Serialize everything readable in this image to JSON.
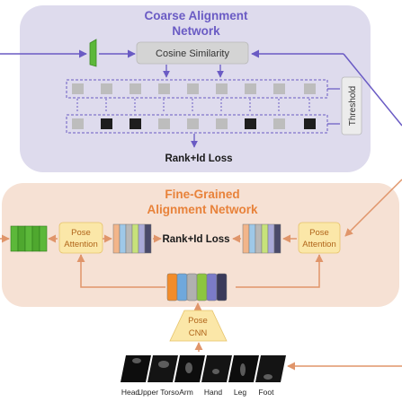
{
  "coarse": {
    "title_line1": "Coarse Alignment",
    "title_line2": "Network",
    "cosine_label": "Cosine  Similarity",
    "threshold_label": "Threshold",
    "loss_label": "Rank+Id Loss"
  },
  "fine": {
    "title_line1": "Fine-Grained",
    "title_line2": "Alignment Network",
    "pose_attention_left_line1": "Pose",
    "pose_attention_left_line2": "Attention",
    "pose_attention_right_line1": "Pose",
    "pose_attention_right_line2": "Attention",
    "loss_label": "Rank+Id Loss"
  },
  "pose_cnn": {
    "line1": "Pose",
    "line2": "CNN"
  },
  "body_parts": [
    "Head",
    "Upper Torso",
    "Arm",
    "Hand",
    "Leg",
    "Foot"
  ],
  "colors": {
    "coarse_bg": "#dedbed",
    "fine_bg": "#f6e1d4",
    "purple_arrow": "#6a5bc4",
    "orange_arrow": "#e0956a",
    "green_feature": "#5cb83a",
    "pose_box": "#fbe7a8"
  }
}
